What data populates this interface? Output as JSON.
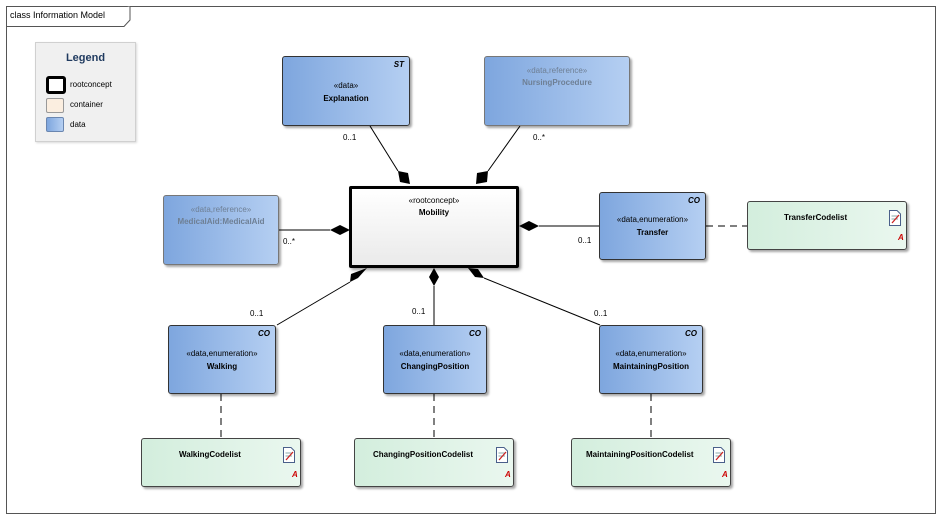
{
  "frame": {
    "title": "class Information Model"
  },
  "legend": {
    "title": "Legend",
    "items": [
      {
        "label": "rootconcept",
        "kind": "rootconcept"
      },
      {
        "label": "container",
        "kind": "container"
      },
      {
        "label": "data",
        "kind": "data"
      }
    ]
  },
  "nodes": {
    "explanation": {
      "stereotype": "«data»",
      "name": "Explanation",
      "tag": "ST"
    },
    "nursing": {
      "stereotype": "«data,reference»",
      "name": "NursingProcedure",
      "tag": ""
    },
    "medicalaid": {
      "stereotype": "«data,reference»",
      "name": "MedicalAid:MedicalAid",
      "tag": ""
    },
    "mobility": {
      "stereotype": "«rootconcept»",
      "name": "Mobility"
    },
    "transfer": {
      "stereotype": "«data,enumeration»",
      "name": "Transfer",
      "tag": "CO"
    },
    "walking": {
      "stereotype": "«data,enumeration»",
      "name": "Walking",
      "tag": "CO"
    },
    "changing": {
      "stereotype": "«data,enumeration»",
      "name": "ChangingPosition",
      "tag": "CO"
    },
    "maintaining": {
      "stereotype": "«data,enumeration»",
      "name": "MaintainingPosition",
      "tag": "CO"
    }
  },
  "codelists": {
    "transfer": {
      "name": "TransferCodelist",
      "badge": "A"
    },
    "walking": {
      "name": "WalkingCodelist",
      "badge": "A"
    },
    "changing": {
      "name": "ChangingPositionCodelist",
      "badge": "A"
    },
    "maintaining": {
      "name": "MaintainingPositionCodelist",
      "badge": "A"
    }
  },
  "multiplicities": {
    "explanation": "0..1",
    "nursing": "0..*",
    "medicalaid": "0..*",
    "transfer": "0..1",
    "walking": "0..1",
    "changing": "0..1",
    "maintaining": "0..1"
  },
  "colors": {
    "data_fill_start": "#7ea6de",
    "data_fill_end": "#b5cff2",
    "codelist_fill": "#d3eedd",
    "rootconcept_border": "#000000",
    "container_fill": "#fbeee0",
    "legend_title": "#1f3a5f"
  }
}
